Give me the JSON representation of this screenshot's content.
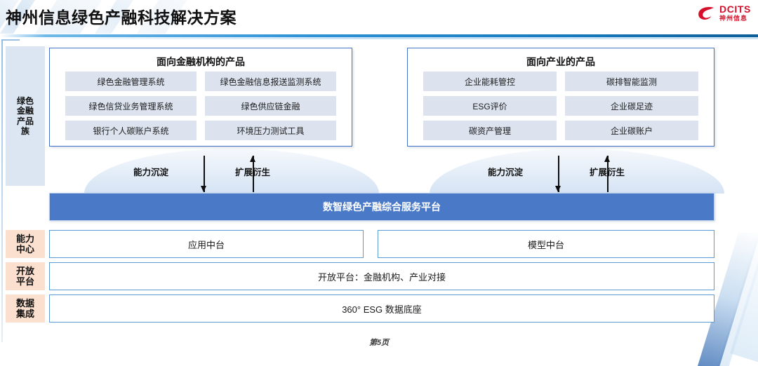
{
  "header": {
    "title": "神州信息绿色产融科技解决方案",
    "logo": {
      "en": "DCITS",
      "cn": "神州信息",
      "color": "#d4102a",
      "icon": "dcits-swoosh-icon"
    }
  },
  "sidebar": {
    "items": [
      {
        "key": "products",
        "label": "绿色\n金融\n产品\n族",
        "color": "#dce6f2"
      },
      {
        "key": "ability",
        "label": "能力\n中心",
        "color": "#fbe0d0"
      },
      {
        "key": "open",
        "label": "开放\n平台",
        "color": "#fbe0d0"
      },
      {
        "key": "data",
        "label": "数据\n集成",
        "color": "#fbe0d0"
      }
    ]
  },
  "panels": [
    {
      "key": "financial-institutions",
      "title": "面向金融机构的产品",
      "items": [
        "绿色金融管理系统",
        "绿色金融信息报送监测系统",
        "绿色信贷业务管理系统",
        "绿色供应链金融",
        "银行个人碳账户系统",
        "环境压力测试工具"
      ]
    },
    {
      "key": "industry",
      "title": "面向产业的产品",
      "items": [
        "企业能耗管控",
        "碳排智能监测",
        "ESG评价",
        "企业碳足迹",
        "碳资产管理",
        "企业碳账户"
      ]
    }
  ],
  "flows": [
    {
      "key": "left",
      "down_label": "能力沉淀",
      "up_label": "扩展衍生"
    },
    {
      "key": "right",
      "down_label": "能力沉淀",
      "up_label": "扩展衍生"
    }
  ],
  "platform": {
    "label": "数智绿色产融综合服务平台",
    "bg": "#4a7ac7",
    "text_color": "#ffffff"
  },
  "layers": {
    "ability": [
      "应用中台",
      "模型中台"
    ],
    "open": "开放平台：金融机构、产业对接",
    "data": "360° ESG 数据底座"
  },
  "footer": {
    "page": "第5页"
  },
  "colors": {
    "panel_border": "#4472c4",
    "item_bg": "#dce3ef",
    "row_border": "#5b9bd5",
    "sidebar_blue": "#dce6f2",
    "sidebar_peach": "#fbe0d0",
    "rule": "#2f93d8"
  }
}
